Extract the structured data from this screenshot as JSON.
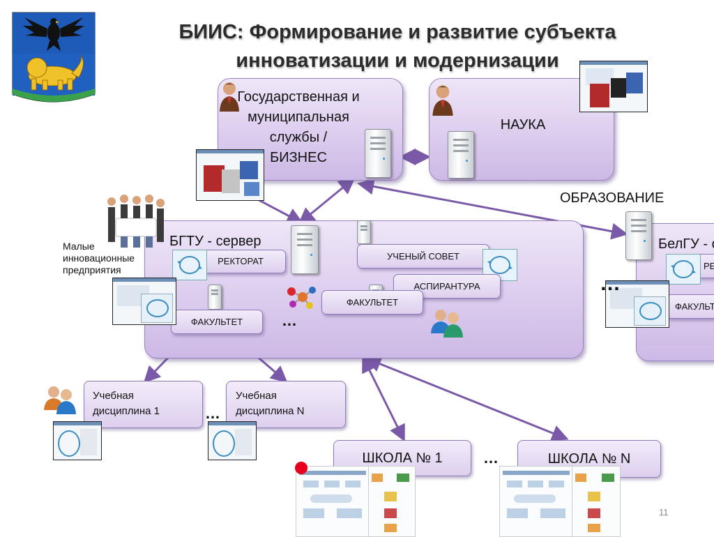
{
  "title": {
    "line1": "БИИС: Формирование и развитие субъекта",
    "line2": "инноватизации и модернизации"
  },
  "nodes": {
    "gov": {
      "label_lines": [
        "Государственная и",
        "муниципальная",
        "службы /",
        "БИЗНЕС"
      ]
    },
    "science": {
      "label": "НАУКА"
    },
    "education": {
      "label": "ОБРАЗОВАНИЕ"
    },
    "bgtu": {
      "label": "БГТУ - сервер",
      "rectorate": "РЕКТОРАТ",
      "academic_council": "УЧЕНЫЙ СОВЕТ",
      "postgraduate": "АСПИРАНТУРА",
      "faculty_1": "ФАКУЛЬТЕТ",
      "faculty_2": "ФАКУЛЬТЕТ",
      "ellipsis": "…"
    },
    "belgu": {
      "label": "БелГУ - сервер",
      "rectorate": "РЕКТОРАТ",
      "faculty": "ФАКУЛЬТЕТ"
    },
    "small_enterprises": {
      "label_lines": [
        "Малые",
        "инновационные",
        "предприятия"
      ]
    },
    "discipline_1": {
      "label_lines": [
        "Учебная",
        "дисциплина 1"
      ]
    },
    "discipline_n": {
      "label_lines": [
        "Учебная",
        "дисциплина N"
      ]
    },
    "school_1": {
      "label": "ШКОЛА № 1"
    },
    "school_n": {
      "label": "ШКОЛА № N"
    }
  },
  "ellipses": {
    "disciplines": "…",
    "schools": "…",
    "universities": "…"
  },
  "slide_number": "11",
  "colors": {
    "box_fill": "#dccdee",
    "box_border": "#9a84c0",
    "arrow": "#7a5aa8",
    "marker_red": "#e8001c"
  },
  "icons": [
    "coat-of-arms-icon",
    "person-icon",
    "server-icon",
    "screenshot-thumbnail-icon",
    "group-people-icon",
    "molecule-icon",
    "cycle-diagram-icon",
    "red-dot-icon"
  ]
}
